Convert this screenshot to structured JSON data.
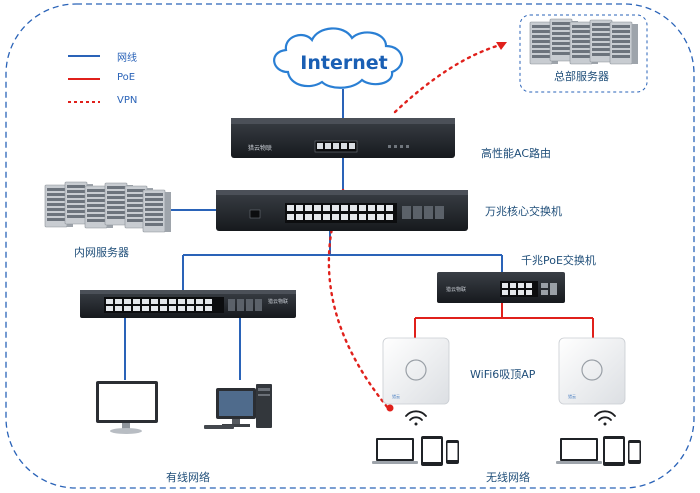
{
  "legend": {
    "wired": "网线",
    "poe": "PoE",
    "vpn": "VPN"
  },
  "cloud": {
    "text": "Internet"
  },
  "labels": {
    "hq_server": "总部服务器",
    "ac_router": "高性能AC路由",
    "core_switch": "万兆核心交换机",
    "intranet_server": "内网服务器",
    "poe_switch": "千兆PoE交换机",
    "wifi_ap": "WiFi6吸顶AP",
    "wired_network": "有线网络",
    "wireless_network": "无线网络"
  },
  "colors": {
    "wired": "#2a63b8",
    "poe": "#e0201b",
    "vpn": "#e0201b",
    "border": "#2a63b8",
    "label": "#1f4e79"
  }
}
